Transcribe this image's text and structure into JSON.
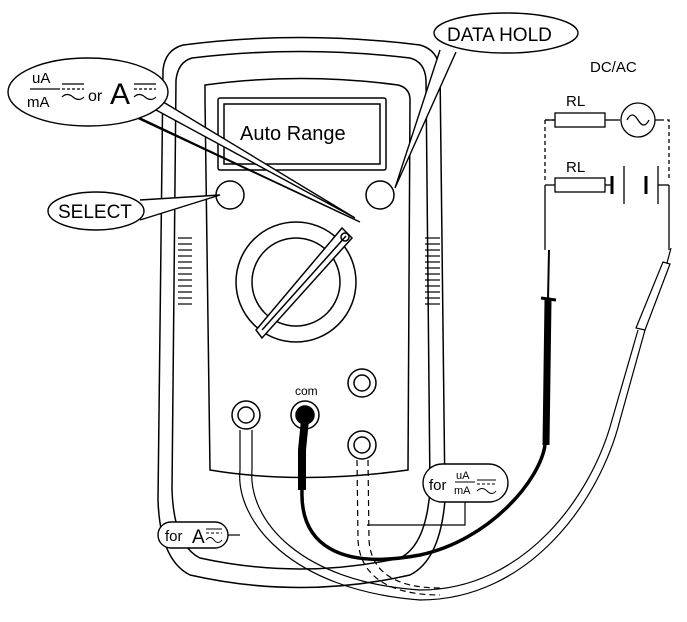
{
  "labels": {
    "data_hold": "DATA HOLD",
    "dc_ac": "DC/AC",
    "auto_range": "Auto Range",
    "select": "SELECT",
    "com": "com",
    "rl_top": "RL",
    "rl_bottom": "RL",
    "ua": "uA",
    "ma": "mA",
    "or": "or",
    "a_big": "A",
    "for_a_prefix": "for",
    "for_a_unit": "A",
    "for_ua_prefix": "for",
    "for_ua_num": "uA",
    "for_ua_den": "mA"
  },
  "colors": {
    "ink": "#000000",
    "paper": "#ffffff"
  }
}
